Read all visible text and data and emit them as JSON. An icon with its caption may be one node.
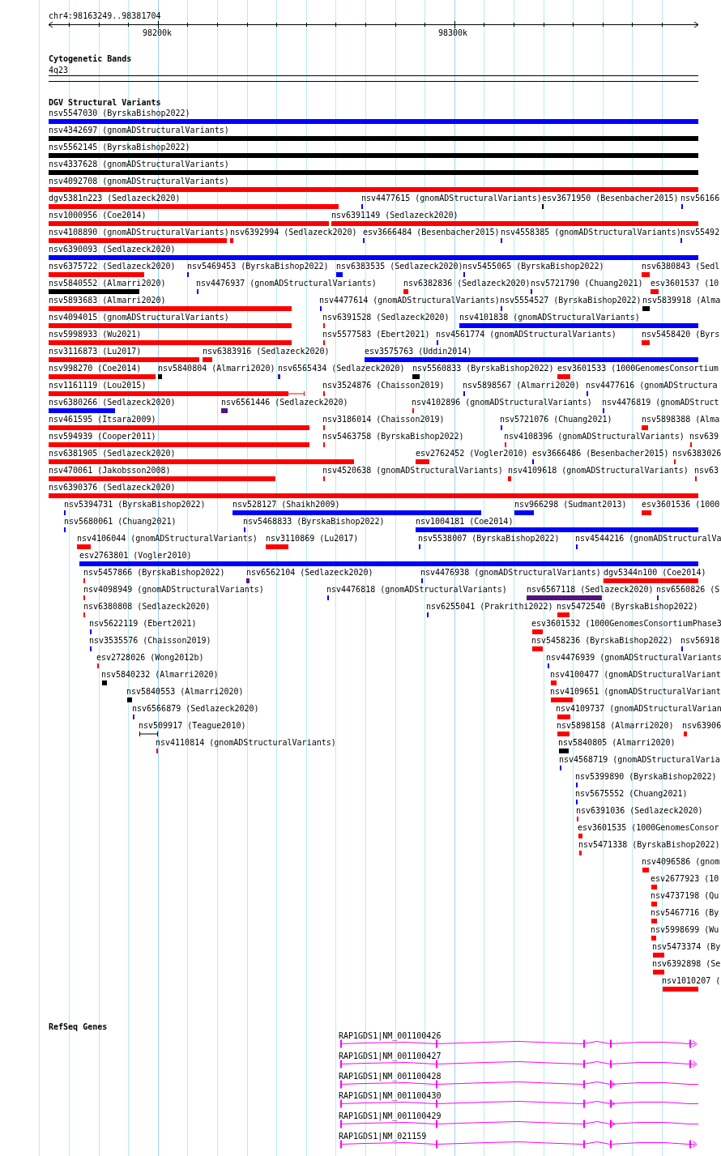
{
  "diagram": {
    "labels": [
      "chr4:98163249..98381704",
      "98200k",
      "98300k",
      "Cytogenetic Bands",
      "4q23",
      "DGV Structural Variants",
      "nsv5547030 (ByrskaBishop2022)",
      "nsv4342697 (gnomADStructuralVariants)",
      "nsv5562145 (ByrskaBishop2022)",
      "nsv4337628 (gnomADStructuralVariants)",
      "nsv4092708 (gnomADStructuralVariants)",
      "dgv5381n223 (Sedlazeck2020)",
      "nsv4477615 (gnomADStructuralVariants)",
      "esv3671950 (Besenbacher2015)",
      "nsv56166",
      "nsv1000956 (Coe2014)",
      "nsv6391149 (Sedlazeck2020)",
      "nsv4108890 (gnomADStructuralVariants)",
      "nsv6392994 (Sedlazeck2020)",
      "esv3666484 (Besenbacher2015)",
      "nsv4558385 (gnomADStructuralVariants)",
      "nsv55492",
      "nsv6390093 (Sedlazeck2020)",
      "nsv6375722 (Sedlazeck2020)",
      "nsv5469453 (ByrskaBishop2022)",
      "nsv6383535 (Sedlazeck2020)",
      "nsv5455065 (ByrskaBishop2022)",
      "nsv6380843 (Sedl",
      "nsv5840552 (Almarri2020)",
      "nsv4476937 (gnomADStructuralVariants)",
      "nsv6382836 (Sedlazeck2020)",
      "nsv5721790 (Chuang2021)",
      "esv3601537 (10",
      "nsv5893683 (Almarri2020)",
      "nsv4477614 (gnomADStructuralVariants)",
      "nsv5554527 (ByrskaBishop2022)",
      "nsv5839918 (Alma",
      "nsv4094015 (gnomADStructuralVariants)",
      "nsv6391528 (Sedlazeck2020)",
      "nsv4101838 (gnomADStructuralVariants)",
      "nsv5998933 (Wu2021)",
      "nsv5577583 (Ebert2021)",
      "nsv4561774 (gnomADStructuralVariants)",
      "nsv5458420 (Byrs",
      "nsv3116873 (Lu2017)",
      "nsv6383916 (Sedlazeck2020)",
      "esv3575763 (Uddin2014)",
      "nsv998270 (Coe2014)",
      "nsv5840804 (Almarri2020)",
      "nsv6565434 (Sedlazeck2020)",
      "nsv5560833 (ByrskaBishop2022)",
      "esv3601533 (1000GenomesConsortium",
      "nsv1161119 (Lou2015)",
      "nsv3524876 (Chaisson2019)",
      "nsv5898567 (Almarri2020)",
      "nsv4477616 (gnomADStructura",
      "nsv6380266 (Sedlazeck2020)",
      "nsv6561446 (Sedlazeck2020)",
      "nsv4102896 (gnomADStructuralVariants)",
      "nsv4476819 (gnomADStruct",
      "nsv461595 (Itsara2009)",
      "nsv3186014 (Chaisson2019)",
      "nsv5721076 (Chuang2021)",
      "nsv5898388 (Alma",
      "nsv594939 (Cooper2011)",
      "nsv5463758 (ByrskaBishop2022)",
      "nsv4108396 (gnomADStructuralVariants)",
      "nsv639",
      "nsv6381905 (Sedlazeck2020)",
      "esv2762452 (Vogler2010)",
      "esv3666486 (Besenbacher2015)",
      "nsv6383026",
      "nsv470061 (Jakobsson2008)",
      "nsv4520638 (gnomADStructuralVariants)",
      "nsv4109618 (gnomADStructuralVariants)",
      "nsv63",
      "nsv6390376 (Sedlazeck2020)",
      "nsv5394731 (ByrskaBishop2022)",
      "nsv528127 (Shaikh2009)",
      "nsv966298 (Sudmant2013)",
      "esv3601536 (1000",
      "nsv5680061 (Chuang2021)",
      "nsv5468833 (ByrskaBishop2022)",
      "nsv1004181 (Coe2014)",
      "nsv4106044 (gnomADStructuralVariants)",
      "nsv3110869 (Lu2017)",
      "nsv5538007 (ByrskaBishop2022)",
      "nsv4544216 (gnomADStructuralVa",
      "esv2763801 (Vogler2010)",
      "nsv5457866 (ByrskaBishop2022)",
      "nsv6562104 (Sedlazeck2020)",
      "nsv4476938 (gnomADStructuralVariants)",
      "dgv5344n100 (Coe2014)",
      "nsv4098949 (gnomADStructuralVariants)",
      "nsv4476818 (gnomADStructuralVariants)",
      "nsv6567118 (Sedlazeck2020)",
      "nsv6560826 (S",
      "nsv6380808 (Sedlazeck2020)",
      "nsv6255041 (Prakrithi2022)",
      "nsv5472540 (ByrskaBishop2022)",
      "nsv5622119 (Ebert2021)",
      "esv3601532 (1000GenomesConsortiumPhase3",
      "nsv3535576 (Chaisson2019)",
      "nsv5458236 (ByrskaBishop2022)",
      "nsv56918",
      "esv2728026 (Wong2012b)",
      "nsv4476939 (gnomADStructuralVariants",
      "nsv5840232 (Almarri2020)",
      "nsv4100477 (gnomADStructuralVariant",
      "nsv5840553 (Almarri2020)",
      "nsv4109651 (gnomADStructuralVariant",
      "nsv6566879 (Sedlazeck2020)",
      "nsv4109737 (gnomADStructuralVarian",
      "nsv509917 (Teague2010)",
      "nsv5898158 (Almarri2020)",
      "nsv63906",
      "nsv4110814 (gnomADStructuralVariants)",
      "nsv5840805 (Almarri2020)",
      "nsv4568719 (gnomADStructuralVaria",
      "nsv5399890 (ByrskaBishop2022)",
      "nsv5675552 (Chuang2021)",
      "nsv6391036 (Sedlazeck2020)",
      "esv3601535 (1000GenomesConsor",
      "nsv5471338 (ByrskaBishop2022)",
      "nsv4096586 (gnom",
      "esv2677923 (10",
      "nsv4737198 (Qu",
      "nsv5467716 (By",
      "nsv5998699 (Wu",
      "nsv5473374 (By",
      "nsv6392898 (Se",
      "nsv1010207 (",
      "RefSeq Genes",
      "RAP1GDS1|NM_001100426",
      "RAP1GDS1|NM_001100427",
      "RAP1GDS1|NM_001100428",
      "RAP1GDS1|NM_001100430",
      "RAP1GDS1|NM_001100429",
      "RAP1GDS1|NM_021159"
    ]
  }
}
